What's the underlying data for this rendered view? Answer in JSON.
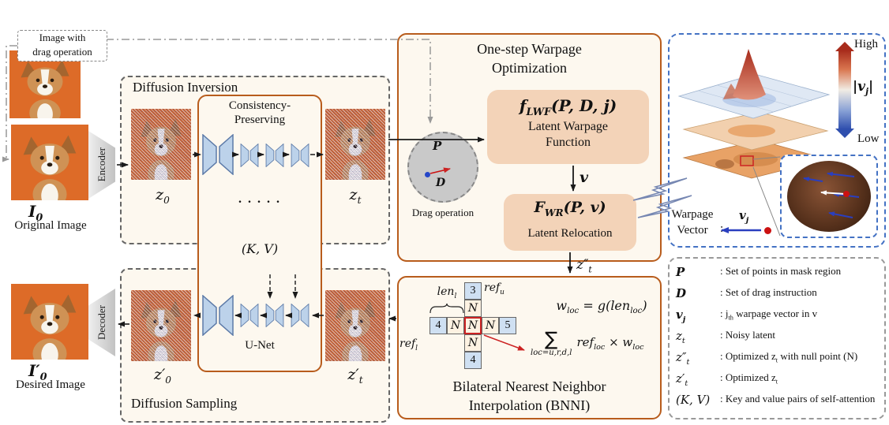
{
  "colors": {
    "accent_orange": "#b85c1c",
    "panel_blue": "#4472c4",
    "arrow_red": "#cc2222",
    "vector_blue": "#2a3fbf"
  },
  "left": {
    "drag_label_1": "Image with",
    "drag_label_2": "drag operation",
    "encoder": "Encoder",
    "decoder": "Decoder",
    "original_math": "I_{0}",
    "original_caption": "Original Image",
    "desired_math": "I′_{0}",
    "desired_caption": "Desired Image"
  },
  "inversion": {
    "title": "Diffusion Inversion",
    "consistency_1": "Consistency-",
    "consistency_2": "Preserving",
    "z0": "z_{0}",
    "zt": "z_{t}",
    "dots": ". . . . .",
    "kv": "(K, V)"
  },
  "sampling": {
    "title": "Diffusion Sampling",
    "unet": "U-Net",
    "z0p": "z′_{0}",
    "ztp": "z′_{t}"
  },
  "warpage": {
    "title_1": "One-step Warpage",
    "title_2": "Optimization",
    "lwf_formula": "f_{LWF}(P, D, j)",
    "lwf_caption_1": "Latent Warpage",
    "lwf_caption_2": "Function",
    "p": "P",
    "d": "D",
    "drag_caption": "Drag operation",
    "v": "v",
    "wr_formula": "F_{WR}(P, v)",
    "wr_caption": "Latent Relocation",
    "zt_dprime": "z″_{t}"
  },
  "bnni": {
    "title_1": "Bilateral Nearest Neighbor",
    "title_2": "Interpolation (BNNI)",
    "len": "len_{l}",
    "ref_u": "ref_{u}",
    "ref_l": "ref_{l}",
    "w_formula": "w_{loc} = g(len_{loc})",
    "sigma": "∑",
    "sum_limits": "loc=u,r,d,l",
    "sum_body": "ref_{loc} × w_{loc}",
    "row": [
      "4",
      "N",
      "N",
      "N",
      "5"
    ],
    "col": [
      "3",
      "N",
      "N",
      "N",
      "4"
    ]
  },
  "field": {
    "high": "High",
    "low": "Low",
    "magnitude": "|v_{j}|",
    "warpage_1": "Warpage",
    "warpage_2": "Vector",
    "colon": ":",
    "vj": "v_{j}"
  },
  "legend": {
    "items": [
      {
        "sym": "P",
        "desc": ": Set of points in mask region"
      },
      {
        "sym": "D",
        "desc": ": Set of drag instruction"
      },
      {
        "sym": "v_{j}",
        "desc": ": j_{th} warpage vector in v"
      },
      {
        "sym": "z_{t}",
        "desc": ": Noisy latent"
      },
      {
        "sym": "z″_{t}",
        "desc": ": Optimized z_{t} with null point (N)"
      },
      {
        "sym": "z′_{t}",
        "desc": ": Optimized z_{t}"
      },
      {
        "sym": "(K, V)",
        "desc": ": Key and value pairs of self-attention"
      }
    ]
  }
}
